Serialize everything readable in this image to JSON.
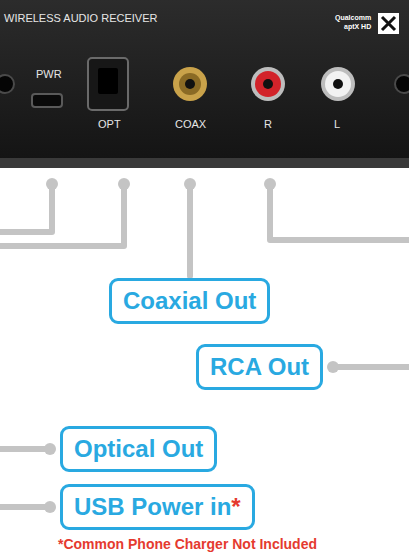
{
  "diagram": {
    "nodes": [
      {
        "text": [
          "Coaxial Out"
        ]
      },
      {
        "text": [
          "RCA Out"
        ]
      },
      {
        "text": [
          "Optical Out"
        ]
      },
      {
        "text": [
          "USB Power in",
          "*"
        ]
      }
    ],
    "labels": [
      "WIRELESS AUDIO RECEIVER",
      "PWR",
      "OPT",
      "COAX",
      "R",
      "L",
      "Qualcomm",
      "aptX HD",
      "*Common Phone Charger Not Included"
    ]
  }
}
